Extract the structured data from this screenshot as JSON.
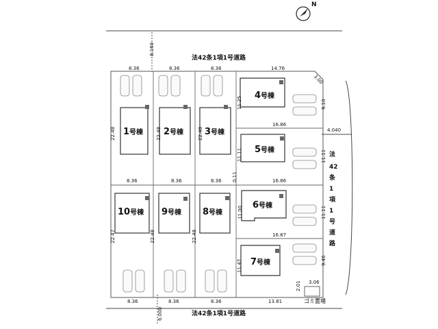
{
  "compass": {
    "label": "N",
    "icon": "north-arrow-icon"
  },
  "roads": {
    "north": {
      "label": "法42条1項1号道路",
      "width": "8.160"
    },
    "south": {
      "label": "法42条1項1号道路",
      "width": "6.000"
    },
    "east": {
      "label": "法42条1項1号道路",
      "width": "4.040"
    }
  },
  "lots": [
    {
      "id": "1",
      "suffix": "号棟",
      "dims": {
        "top": "8.36",
        "left": "22.48",
        "bottom": "8.36"
      }
    },
    {
      "id": "2",
      "suffix": "号棟",
      "dims": {
        "top": "8.36",
        "left": "22.48",
        "bottom": "8.36"
      }
    },
    {
      "id": "3",
      "suffix": "号棟",
      "dims": {
        "top": "8.36",
        "left": "22.48",
        "bottom": "8.36",
        "right": "0.11"
      }
    },
    {
      "id": "4",
      "suffix": "号棟",
      "dims": {
        "top": "14.76",
        "left": "11.25",
        "bottom": "16.86",
        "corner": "3.00",
        "right": "9.10"
      }
    },
    {
      "id": "5",
      "suffix": "号棟",
      "dims": {
        "left": "11.11",
        "bottom": "16.86",
        "right": "11.11"
      }
    },
    {
      "id": "6",
      "suffix": "号棟",
      "dims": {
        "left": "11.00",
        "bottom": "16.87",
        "right": "11.11"
      }
    },
    {
      "id": "7",
      "suffix": "号棟",
      "dims": {
        "left": "11.47",
        "bottom": "13.81",
        "right": "9.46",
        "corner_a": "2.01",
        "corner_b": "3.06"
      }
    },
    {
      "id": "8",
      "suffix": "号棟",
      "dims": {
        "top": "8.36",
        "left": "22.48",
        "bottom": "8.36"
      }
    },
    {
      "id": "9",
      "suffix": "号棟",
      "dims": {
        "top": "8.36",
        "left": "22.48",
        "bottom": "8.36"
      }
    },
    {
      "id": "10",
      "suffix": "号棟",
      "dims": {
        "top": "8.36",
        "left": "22.47",
        "bottom": "8.36"
      }
    }
  ],
  "garbage_area": {
    "label": "ゴミ置場"
  }
}
